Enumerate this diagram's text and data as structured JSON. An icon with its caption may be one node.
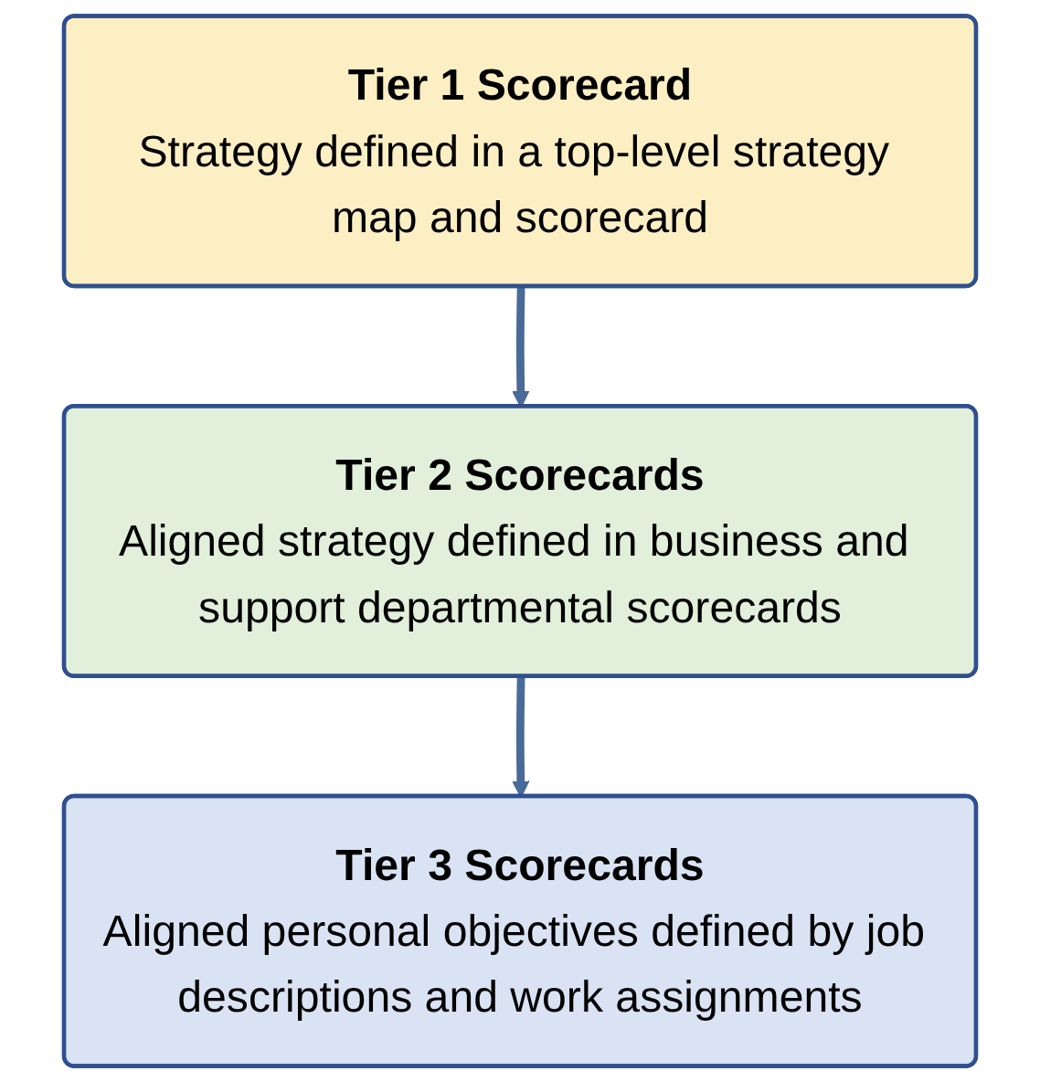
{
  "diagram": {
    "nodes": [
      {
        "text": [
          "Tier 1 Scorecard",
          "Strategy defined in a top-level strategy map and scorecard"
        ]
      },
      {
        "text": [
          "Tier 2 Scorecards",
          "Aligned strategy defined in business and support departmental scorecards"
        ]
      },
      {
        "text": [
          "Tier 3 Scorecards",
          "Aligned personal objectives defined by job descriptions and work assignments"
        ]
      }
    ],
    "edges": [
      {
        "from": 0,
        "to": 1,
        "arrow": "to"
      },
      {
        "from": 1,
        "to": 2,
        "arrow": "to"
      }
    ]
  }
}
